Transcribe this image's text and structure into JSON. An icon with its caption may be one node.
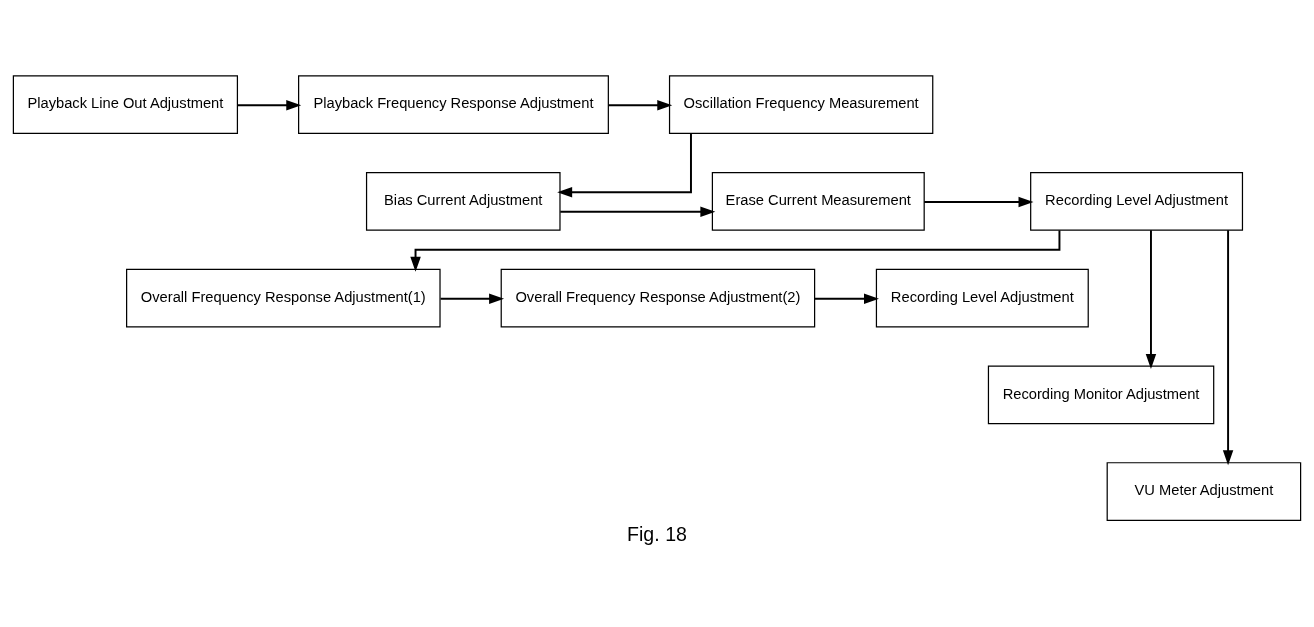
{
  "diagram": {
    "caption": "Fig. 18",
    "nodes": [
      {
        "text": [
          "Playback Line Out Adjustment"
        ]
      },
      {
        "text": [
          "Playback Frequency Response Adjustment"
        ]
      },
      {
        "text": [
          "Oscillation Frequency Measurement"
        ]
      },
      {
        "text": [
          "Bias Current Adjustment"
        ]
      },
      {
        "text": [
          "Erase Current Measurement"
        ]
      },
      {
        "text": [
          "Recording Level Adjustment"
        ]
      },
      {
        "text": [
          "Overall Frequency Response Adjustment(1)"
        ]
      },
      {
        "text": [
          "Overall Frequency Response Adjustment(2)"
        ]
      },
      {
        "text": [
          "Recording Level Adjustment"
        ]
      },
      {
        "text": [
          "Recording Monitor Adjustment"
        ]
      },
      {
        "text": [
          "VU Meter Adjustment"
        ]
      }
    ],
    "edges": [
      {
        "from": 0,
        "to": 1,
        "arrow": "to"
      },
      {
        "from": 1,
        "to": 2,
        "arrow": "to"
      },
      {
        "from": 2,
        "to": 3,
        "arrow": "to"
      },
      {
        "from": 3,
        "to": 4,
        "arrow": "to"
      },
      {
        "from": 4,
        "to": 5,
        "arrow": "to"
      },
      {
        "from": 5,
        "to": 6,
        "arrow": "to"
      },
      {
        "from": 5,
        "to": 9,
        "arrow": "to"
      },
      {
        "from": 5,
        "to": 10,
        "arrow": "to"
      },
      {
        "from": 6,
        "to": 7,
        "arrow": "to"
      },
      {
        "from": 7,
        "to": 8,
        "arrow": "to"
      }
    ]
  }
}
